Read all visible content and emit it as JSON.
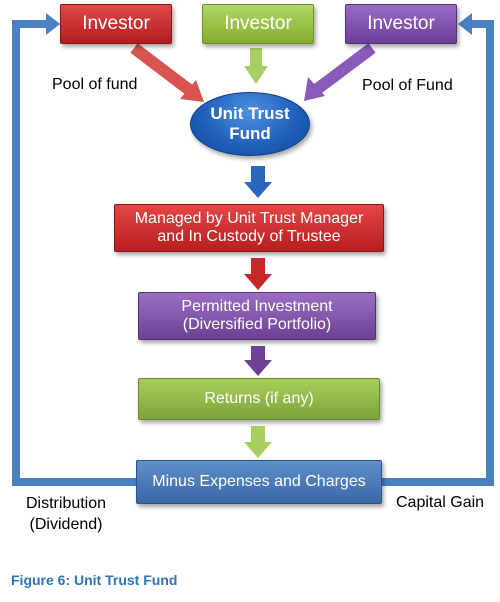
{
  "diagram": {
    "investors": [
      "Investor",
      "Investor",
      "Investor"
    ],
    "pool_left": "Pool of fund",
    "pool_right": "Pool of Fund",
    "fund": "Unit Trust\nFund",
    "managed": "Managed by Unit Trust Manager\nand In  Custody of Trustee",
    "permitted": "Permitted Investment\n(Diversified Portfolio)",
    "returns": "Returns (if any)",
    "minus": "Minus Expenses and Charges",
    "distribution": "Distribution\n(Dividend)",
    "capital_gain": "Capital Gain",
    "caption": "Figure 6: Unit Trust Fund"
  },
  "colors": {
    "red": "#c62828",
    "green": "#9bc24a",
    "purple": "#7b4fa8",
    "blue": "#2a66bf",
    "steel_blue": "#4a78b8",
    "caption": "#2e75b6"
  }
}
